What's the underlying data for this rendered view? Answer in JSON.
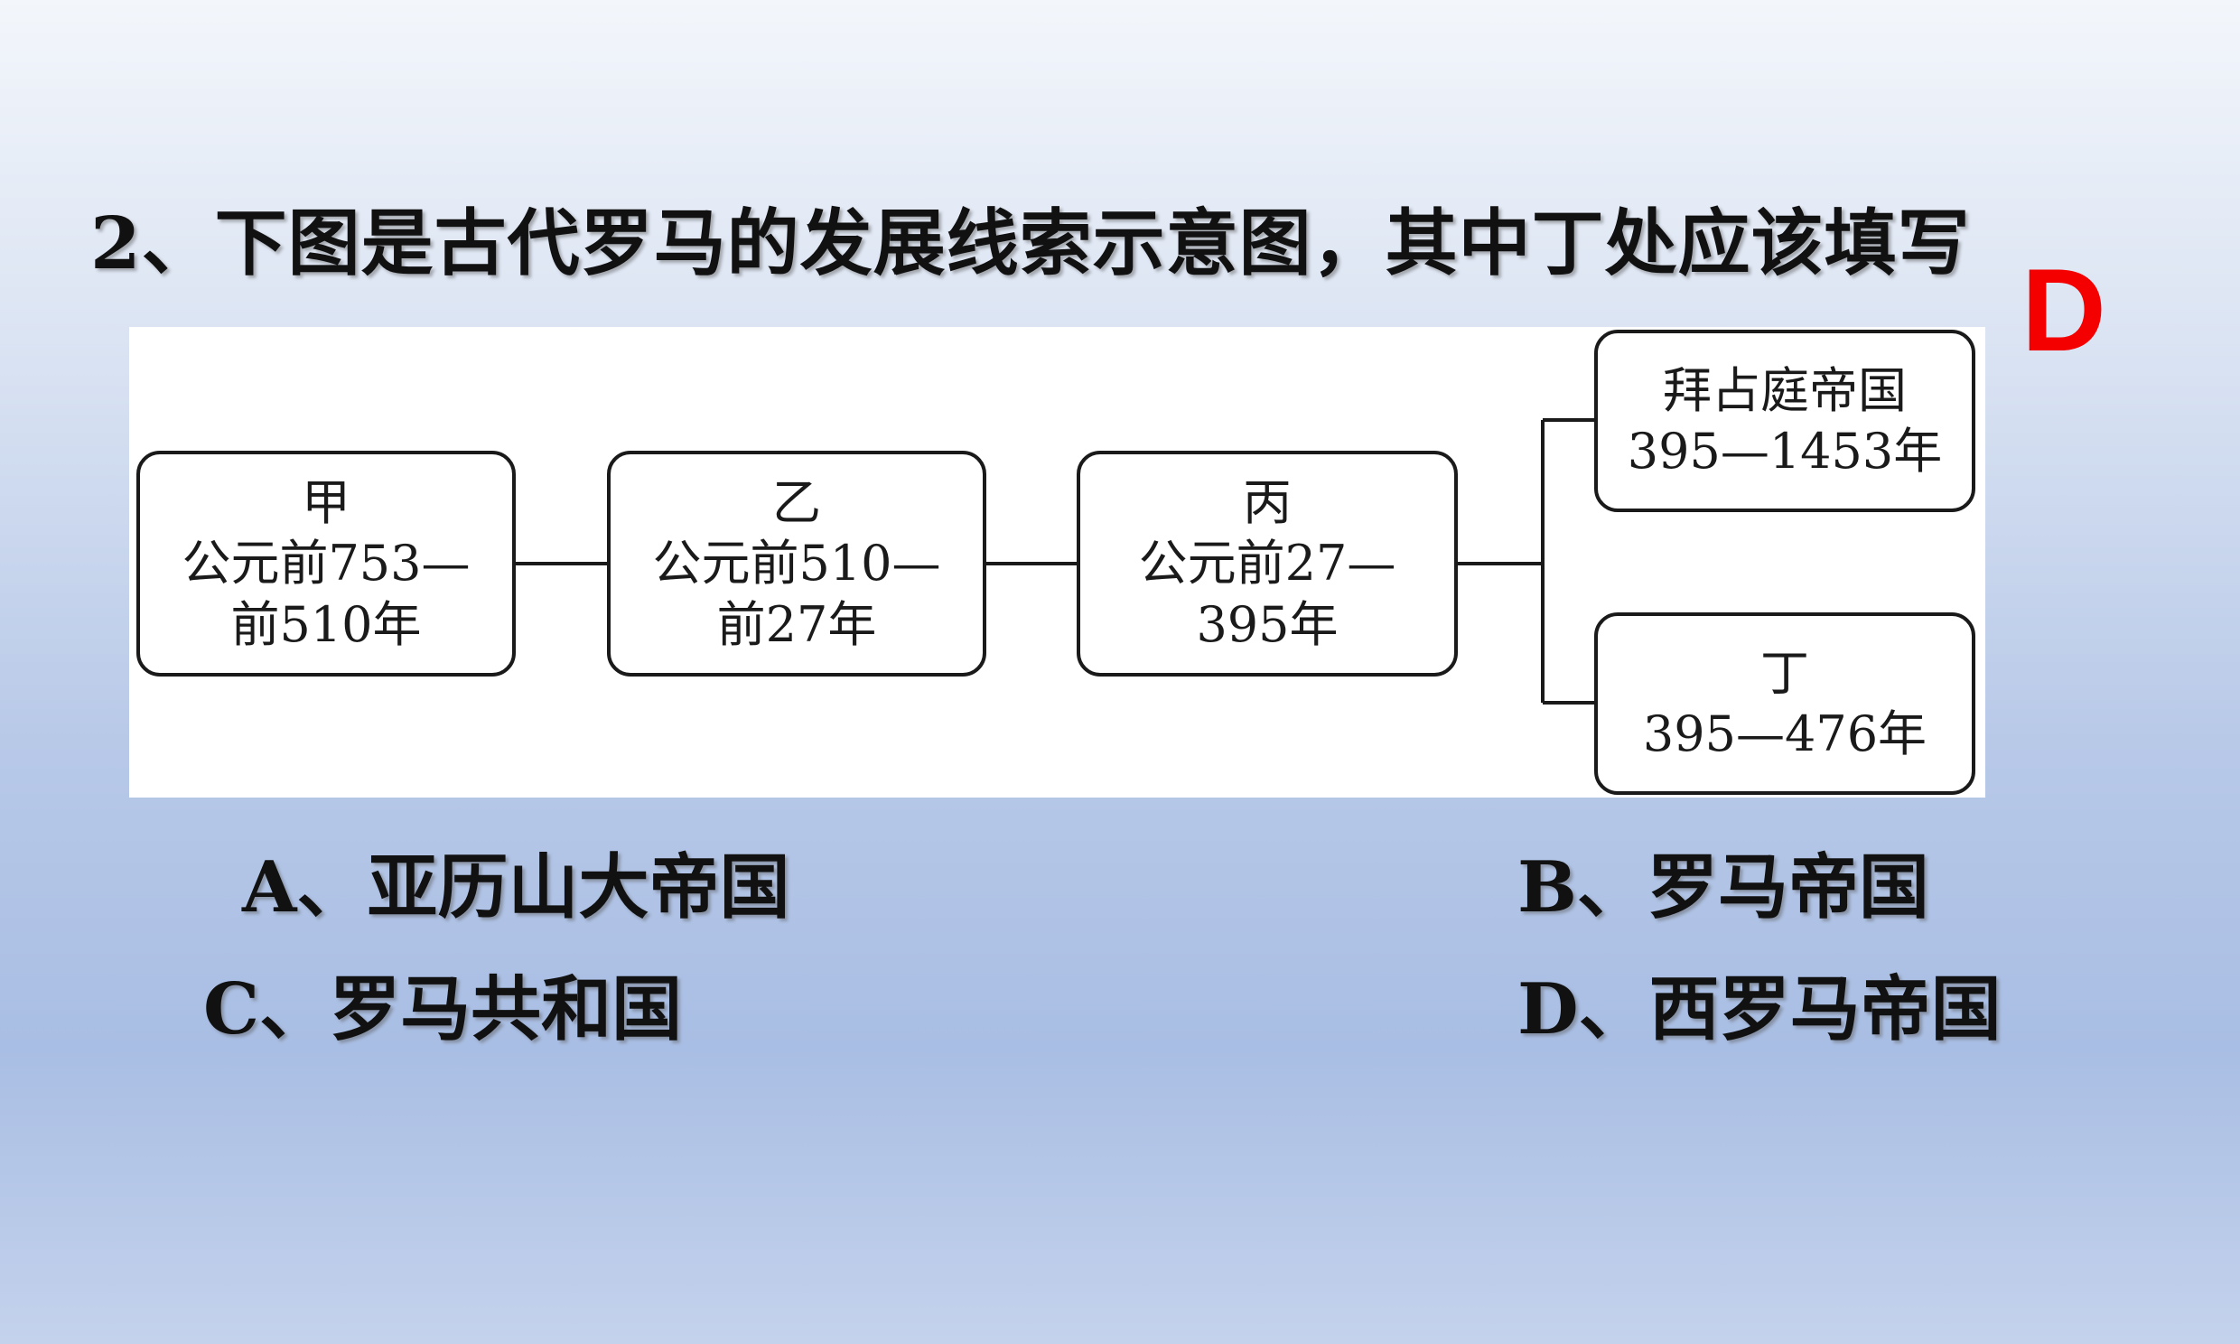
{
  "question": "2、下图是古代罗马的发展线索示意图，其中丁处应该填写",
  "answer": "D",
  "diagram": {
    "nodes": [
      {
        "lines": [
          "甲",
          "公元前753—",
          "前510年"
        ]
      },
      {
        "lines": [
          "乙",
          "公元前510—",
          "前27年"
        ]
      },
      {
        "lines": [
          "丙",
          "公元前27—",
          "395年"
        ]
      },
      {
        "lines": [
          "拜占庭帝国",
          "395—1453年"
        ]
      },
      {
        "lines": [
          "丁",
          "395—476年"
        ]
      }
    ]
  },
  "options": {
    "a": "A、亚历山大帝国",
    "b": "B、罗马帝国",
    "c": "C、罗马共和国",
    "d": "D、西罗马帝国"
  }
}
